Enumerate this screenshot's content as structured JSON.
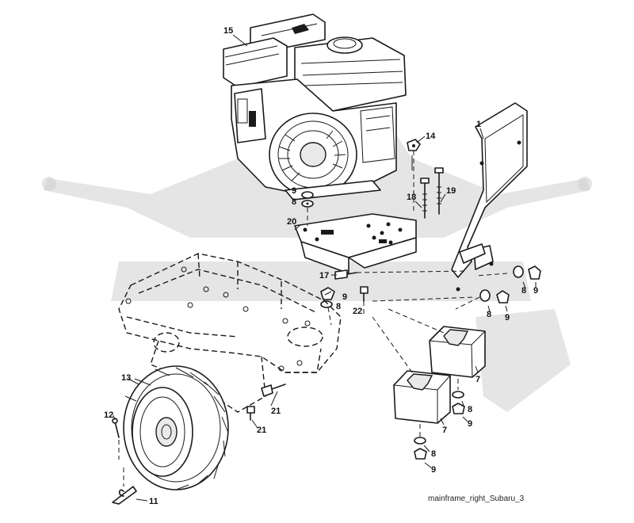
{
  "caption": "mainframe_right_Subaru_3",
  "callouts": [
    {
      "id": "c15",
      "text": "15"
    },
    {
      "id": "c1",
      "text": "1"
    },
    {
      "id": "c14",
      "text": "14"
    },
    {
      "id": "c9a",
      "text": "9"
    },
    {
      "id": "c8a",
      "text": "8"
    },
    {
      "id": "c18",
      "text": "18"
    },
    {
      "id": "c19",
      "text": "19"
    },
    {
      "id": "c20",
      "text": "20"
    },
    {
      "id": "c17",
      "text": "17"
    },
    {
      "id": "c9b",
      "text": "9"
    },
    {
      "id": "c8b",
      "text": "8"
    },
    {
      "id": "c22",
      "text": "22"
    },
    {
      "id": "c8c",
      "text": "8"
    },
    {
      "id": "c9c",
      "text": "9"
    },
    {
      "id": "c8d",
      "text": "8"
    },
    {
      "id": "c9d",
      "text": "9"
    },
    {
      "id": "c7a",
      "text": "7"
    },
    {
      "id": "c7b",
      "text": "7"
    },
    {
      "id": "c8e",
      "text": "8"
    },
    {
      "id": "c9e",
      "text": "9"
    },
    {
      "id": "c8f",
      "text": "8"
    },
    {
      "id": "c9f",
      "text": "9"
    },
    {
      "id": "c13",
      "text": "13"
    },
    {
      "id": "c12",
      "text": "12"
    },
    {
      "id": "c21a",
      "text": "21"
    },
    {
      "id": "c21b",
      "text": "21"
    },
    {
      "id": "c11",
      "text": "11"
    }
  ]
}
